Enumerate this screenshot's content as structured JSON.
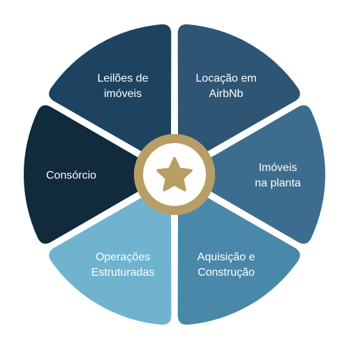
{
  "segments": [
    {
      "lines": [
        "Locação em",
        "AirbNb"
      ],
      "color": "#2e5573"
    },
    {
      "lines": [
        "Imóveis",
        "na planta"
      ],
      "color": "#3d6d8e"
    },
    {
      "lines": [
        "Aquisição e",
        "Construção"
      ],
      "color": "#4a88a9"
    },
    {
      "lines": [
        "Operações",
        "Estruturadas"
      ],
      "color": "#6fb3ce"
    },
    {
      "lines": [
        "Consórcio"
      ],
      "color": "#112a3c"
    },
    {
      "lines": [
        "Leilões de",
        "imóveis"
      ],
      "color": "#1e4360"
    }
  ],
  "center": {
    "ring_color": "#b89e64",
    "inner_color": "#ffffff",
    "icon": "star-icon",
    "icon_color": "#b89e64"
  }
}
